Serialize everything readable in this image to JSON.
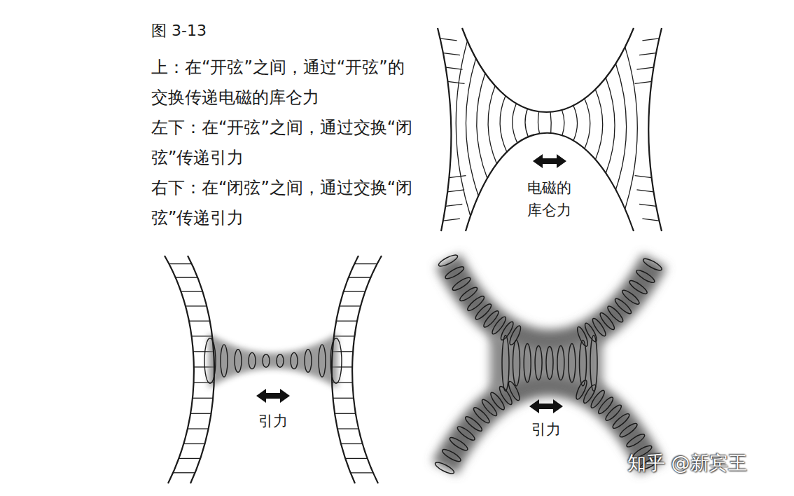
{
  "diagram": {
    "title": "图 3-13",
    "labels": [
      "上：在“开弦”之间，通过“开弦”的交换传递电磁的库仑力",
      "左下：在“开弦”之间，通过交换“闭弦”传递引力",
      "右下：在“闭弦”之间，通过交换“闭弦”传递引力",
      "电磁的 库仑力",
      "引力",
      "引力",
      "知乎 @新宾王"
    ]
  }
}
